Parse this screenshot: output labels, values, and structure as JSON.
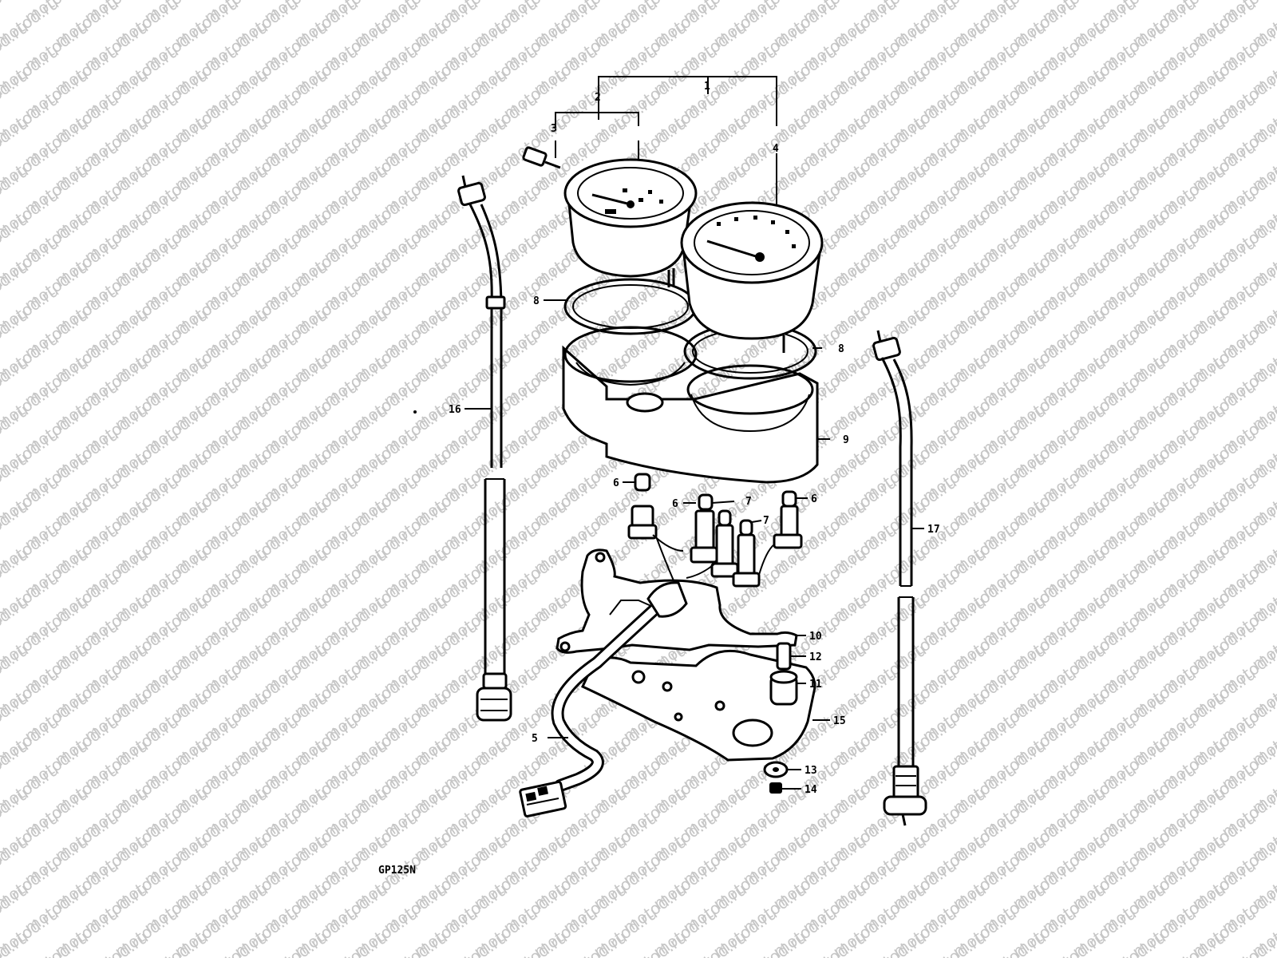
{
  "watermark": {
    "text": "motod.ru"
  },
  "diagram": {
    "model_code": "GP125N",
    "callouts": {
      "c1": "1",
      "c2": "2",
      "c3": "3",
      "c4": "4",
      "c5": "5",
      "c6a": "6",
      "c6b": "6",
      "c6c": "6",
      "c7a": "7",
      "c7b": "7",
      "c8a": "8",
      "c8b": "8",
      "c9": "9",
      "c10": "10",
      "c11": "11",
      "c12": "12",
      "c13": "13",
      "c14": "14",
      "c15": "15",
      "c16": "16",
      "c17": "17"
    }
  }
}
